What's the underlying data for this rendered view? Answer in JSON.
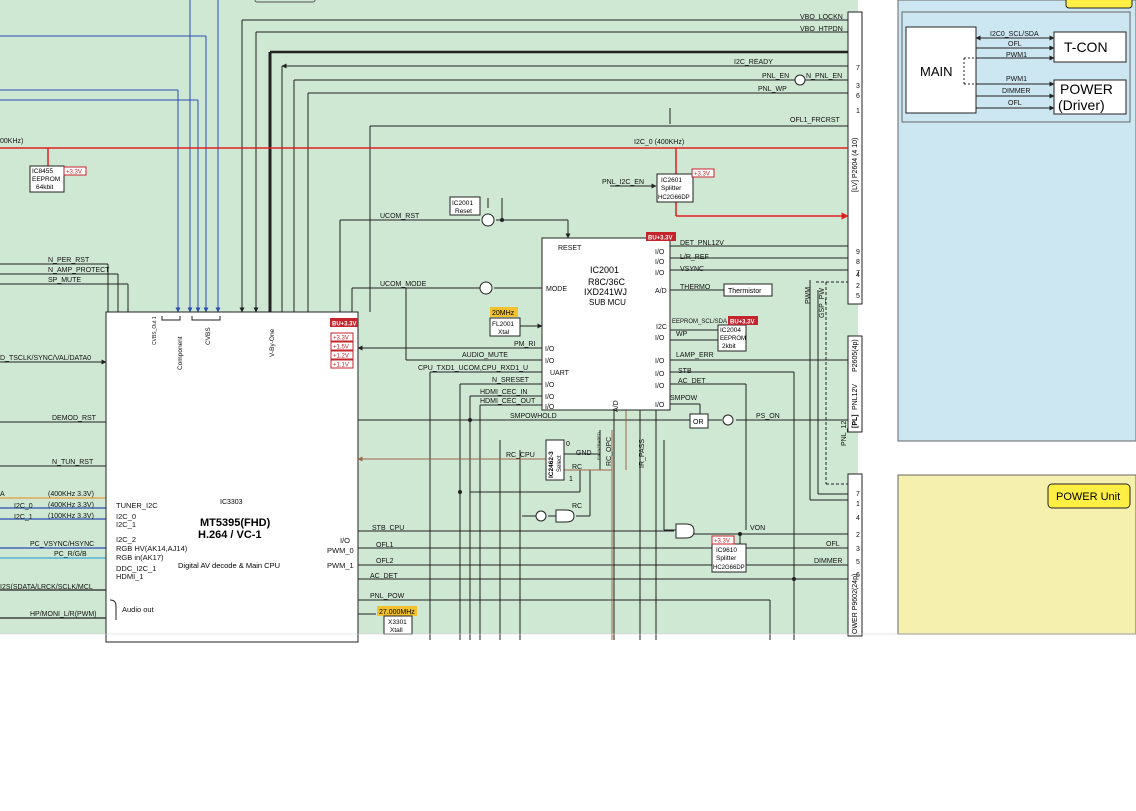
{
  "ic3303": {
    "ref": "IC3303",
    "name": "MT5395(FHD)",
    "codec": "H.264 / VC-1",
    "desc": "Digital AV decode & Main CPU",
    "pins_left": [
      "TUNER_I2C",
      "I2C_0",
      "I2C_1",
      "I2C_2",
      "RGB HV(AK14,AJ14)",
      "RGB in(AK17)",
      "DDC_I2C_1",
      "HDMI_1",
      "Audio out"
    ],
    "pins_right": [
      "I/O",
      "PWM_0",
      "PWM_1"
    ],
    "top_pins": [
      "CVBS_Out 1",
      "Component",
      "CVBS",
      "V-By-One"
    ],
    "rail": "BU+3.3V",
    "rails": [
      "+3.3V",
      "+1.5V",
      "+1.2V",
      "+1.1V"
    ]
  },
  "ic2001": {
    "ref": "IC2001",
    "name": "R8C/36C",
    "part": "IXD241WJ",
    "desc": "SUB MCU",
    "pins_left": [
      "RESET",
      "MODE",
      "I/O",
      "I/O",
      "UART",
      "I/O",
      "I/O",
      "I/O"
    ],
    "pins_right": [
      "I/O",
      "I/O",
      "I/O",
      "A/D",
      "I2C",
      "I/O",
      "I/O",
      "I/O",
      "I/O",
      "I/O"
    ],
    "pin_bottom": "A/D",
    "rail": "BU+3.3V"
  },
  "reset_ic": {
    "line1": "IC2001",
    "line2": "Reset"
  },
  "fl2001": {
    "freq": "20MHz",
    "ref": "FL2001",
    "label": "Xtal"
  },
  "x3301": {
    "freq": "27.000MHz",
    "ref": "X3301",
    "label": "Xtall"
  },
  "ic8455": {
    "ref": "IC8455",
    "line2": "EEPROM",
    "line3": "64kbit",
    "rail": "+3.3V"
  },
  "ic2601": {
    "ref": "IC2601",
    "line2": "Splitter",
    "line3": "HC2G66DP",
    "rail": "+3.3V"
  },
  "ic2004": {
    "ref": "IC2004",
    "line2": "EEPROM",
    "line3": "2kbit",
    "rail": "BU+3.3V"
  },
  "ic9610": {
    "ref": "IC9610",
    "line2": "Splitter",
    "line3": "HC2G66DP",
    "rail": "+3.3V"
  },
  "ic2462": {
    "ref": "IC2462-3",
    "label": "Select",
    "pin0": "0",
    "pin1": "1"
  },
  "thermistor": "Thermistor",
  "or_gate": "OR",
  "signals": {
    "vbo_lockn": "VBO_LOCKN",
    "vbo_htpdn": "VBO_HTPDN",
    "i2c_ready": "I2C_READY",
    "pnl_en": "PNL_EN",
    "n_pnl_en": "N_PNL_EN",
    "pnl_wp": "PNL_WP",
    "ofl1_frcrst": "OFL1_FRCRST",
    "i2c0_left": "00KHz)",
    "i2c0": "I2C_0 (400KHz)",
    "pnl_i2c_en": "PNL_I2C_EN",
    "ucom_rst": "UCOM_RST",
    "det_pnl12v": "DET_PNL12V",
    "lr_ref": "L/R_REF",
    "vsync": "VSYNC",
    "thermo": "THERMO",
    "n_per_rst": "N_PER_RST",
    "n_amp_protect": "N_AMP_PROTECT",
    "sp_mute": "SP_MUTE",
    "ucom_mode": "UCOM_MODE",
    "d_tsclk": "D_TSCLK/SYNC/VAL/DATA0",
    "pm_ri": "PM_RI",
    "audio_mute": "AUDIO_MUTE",
    "cpu_txd": "CPU_TXD1_UCOM,CPU_RXD1_U",
    "n_sreset": "N_SRESET",
    "hdmi_cec_in": "HDMI_CEC_IN",
    "hdmi_cec_out": "HDMI_CEC_OUT",
    "smpowhold": "SMPOWHOLD",
    "eeprom_scl": "EEPROM_SCL/SDA",
    "wp": "WP",
    "lamp_err": "LAMP_ERR",
    "stb": "STB",
    "ac_det": "AC_DET",
    "smpow": "SMPOW",
    "ps_on": "PS_ON",
    "demod_rst": "DEMOD_RST",
    "rc_cpu": "RC_CPU",
    "gnd": "GND",
    "rc": "RC",
    "rc_opc": "RC_OPC",
    "ir_pass": "IR_PASS",
    "fix_ir": "FIX INFRARED",
    "n_tun_rst": "N_TUN_RST",
    "a_sig": "A",
    "i2c0_l": "I2C_0",
    "i2c1_l": "I2C_1",
    "spd_400a": "(400KHz 3.3V)",
    "spd_400b": "(400KHz 3.3V)",
    "spd_100": "(100KHz 3.3V)",
    "pc_vsync": "PC_VSYNC/HSYNC",
    "pc_rgb": "PC_R/G/B",
    "i2s": "I2S(SDATA/LRCK/SCLK/MCL",
    "hp_moni": "HP/MONI_L/R(PWM)",
    "stb_cpu": "STB_CPU",
    "ofl1": "OFL1",
    "ofl2": "OFL2",
    "ac_det2": "AC_DET",
    "pnl_pow": "PNL_POW",
    "von": "VON",
    "ofl": "OFL",
    "dimmer": "DIMMER",
    "pwm": "PWM",
    "gsp_pw": "GSP_PW",
    "pnl12": "PNL_12",
    "pnl12v": "PNL12V"
  },
  "connectors": {
    "lvp2604": "[LV] P2604 (4 10)",
    "p2605": "P2605(4p)",
    "pl": "[PL]",
    "power_p9602": "OWER P9602(24p)"
  },
  "conn_pins_top": [
    "7",
    "3",
    "6",
    "1"
  ],
  "conn_pins_mid": [
    "9",
    "8",
    "7",
    "4",
    "2",
    "5"
  ],
  "conn_pins_bot": [
    "7",
    "1",
    "4",
    "2",
    "3",
    "5",
    "6"
  ],
  "legend": {
    "main": "MAIN",
    "tcon": "T-CON",
    "power_line1": "POWER",
    "power_line2": "(Driver)",
    "i2c0": "I2C0_SCL/SDA",
    "ofl": "OFL",
    "pwm1": "PWM1",
    "pwm1b": "PWM1",
    "dimmer": "DIMMER",
    "ofl2": "OFL"
  },
  "power_unit": "POWER Unit",
  "colors": {
    "board": "#cfe8d3",
    "legend_bg": "#cde7f2",
    "power_bg": "#f5f0ad",
    "badge": "#ffee44",
    "red": "#e02020",
    "blue": "#2b4eb0",
    "brown": "#a0654a",
    "orange": "#e39a3a",
    "cyan": "#3aa8d0",
    "rail": "#c4242b"
  }
}
